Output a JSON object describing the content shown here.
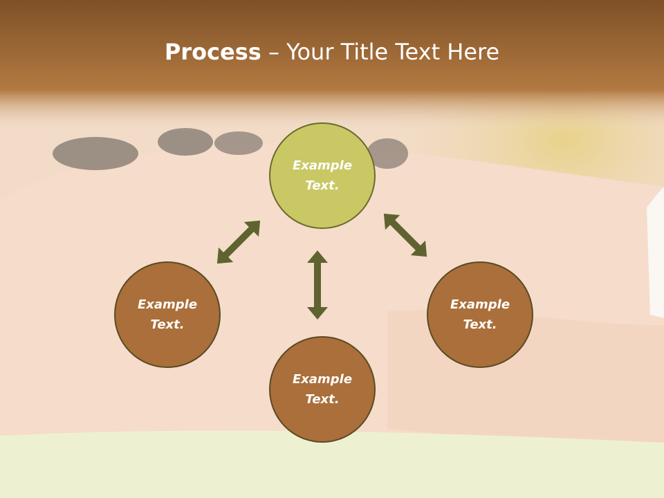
{
  "title": {
    "bold": "Process",
    "separator": " – ",
    "rest": "Your Title Text Here"
  },
  "nodes": {
    "top": "Example Text.",
    "left": "Example Text.",
    "bottom": "Example Text.",
    "right": "Example Text."
  },
  "colors": {
    "header_band": "#8a5a2c",
    "node_highlight": "#c9c865",
    "node_default": "#aa6f3a",
    "arrow": "#5f6330"
  }
}
